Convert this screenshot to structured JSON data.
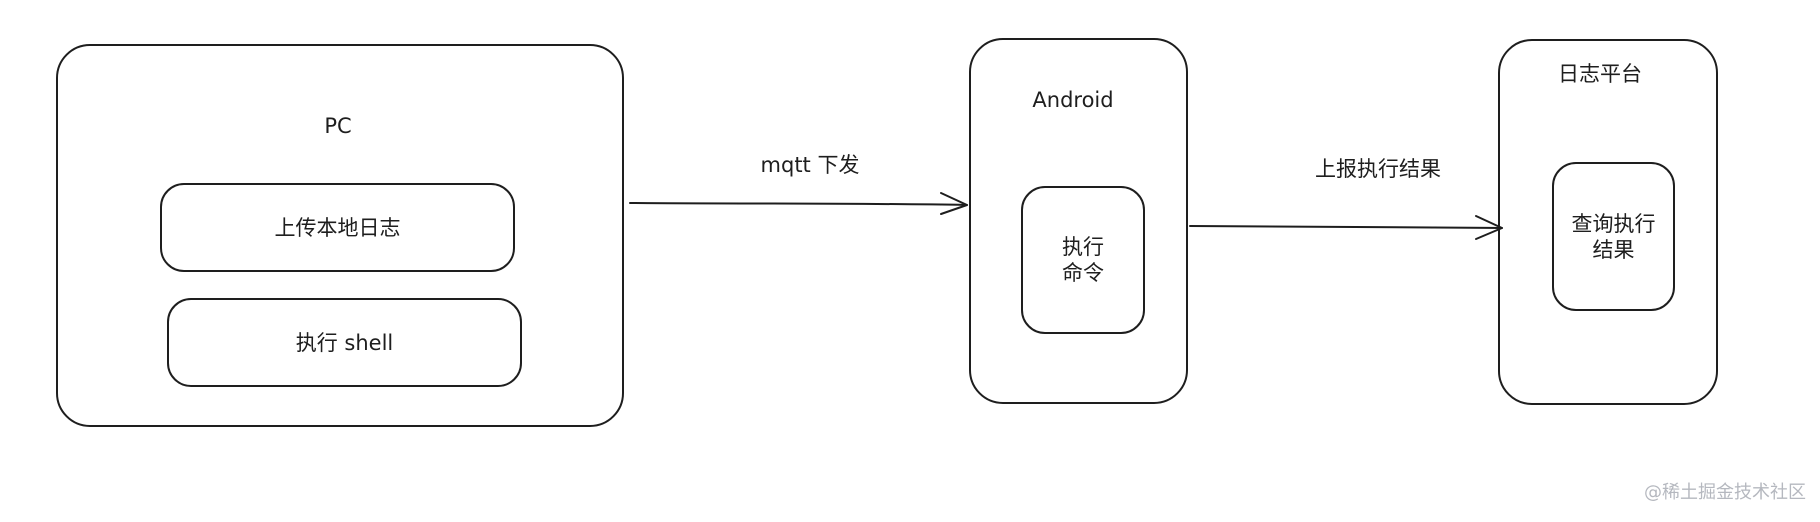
{
  "colors": {
    "stroke": "#1e1e1e",
    "background": "#ffffff",
    "watermark": "#b5b8bf"
  },
  "pc": {
    "title": "PC",
    "items": [
      "上传本地日志",
      "执行 shell"
    ]
  },
  "android": {
    "title": "Android",
    "command": "执行命令"
  },
  "log_platform": {
    "title": "日志平台",
    "query": "查询执行结果"
  },
  "arrows": {
    "mqtt": "mqtt 下发",
    "report": "上报执行结果"
  },
  "watermark": "@稀土掘金技术社区"
}
